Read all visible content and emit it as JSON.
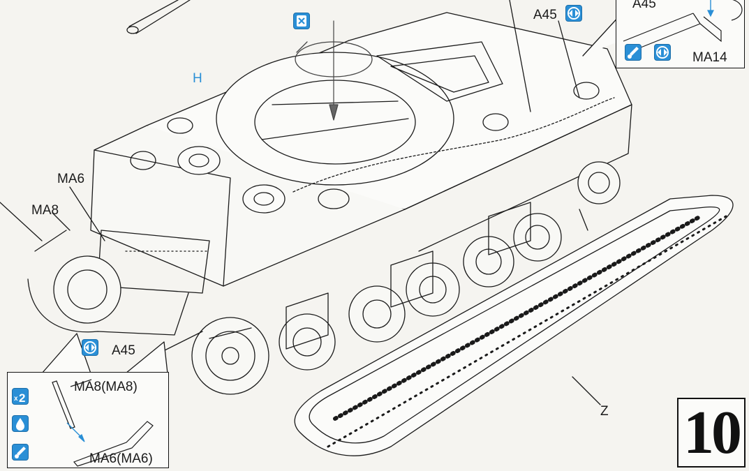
{
  "step": {
    "number": "10"
  },
  "labels": {
    "turret_ring_part": "H",
    "ma6": "MA6",
    "ma8": "MA8",
    "a45_upper": "A45",
    "a45_lower": "A45",
    "a45_inset": "A45",
    "ma14": "MA14",
    "track": "Z"
  },
  "inset_bottom_left": {
    "multiplier": "x2",
    "part_top": "MA8(MA8)",
    "part_bottom": "MA6(MA6)"
  },
  "icons": {
    "remove_icon": "remove-part-icon",
    "mirror_icon": "opposite-side-icon",
    "glue_icon": "cement-icon",
    "paint_icon": "paint-brush-icon"
  },
  "colors": {
    "accent": "#2a8fd6",
    "line": "#1a1a1a",
    "paper": "#f5f4f0"
  }
}
